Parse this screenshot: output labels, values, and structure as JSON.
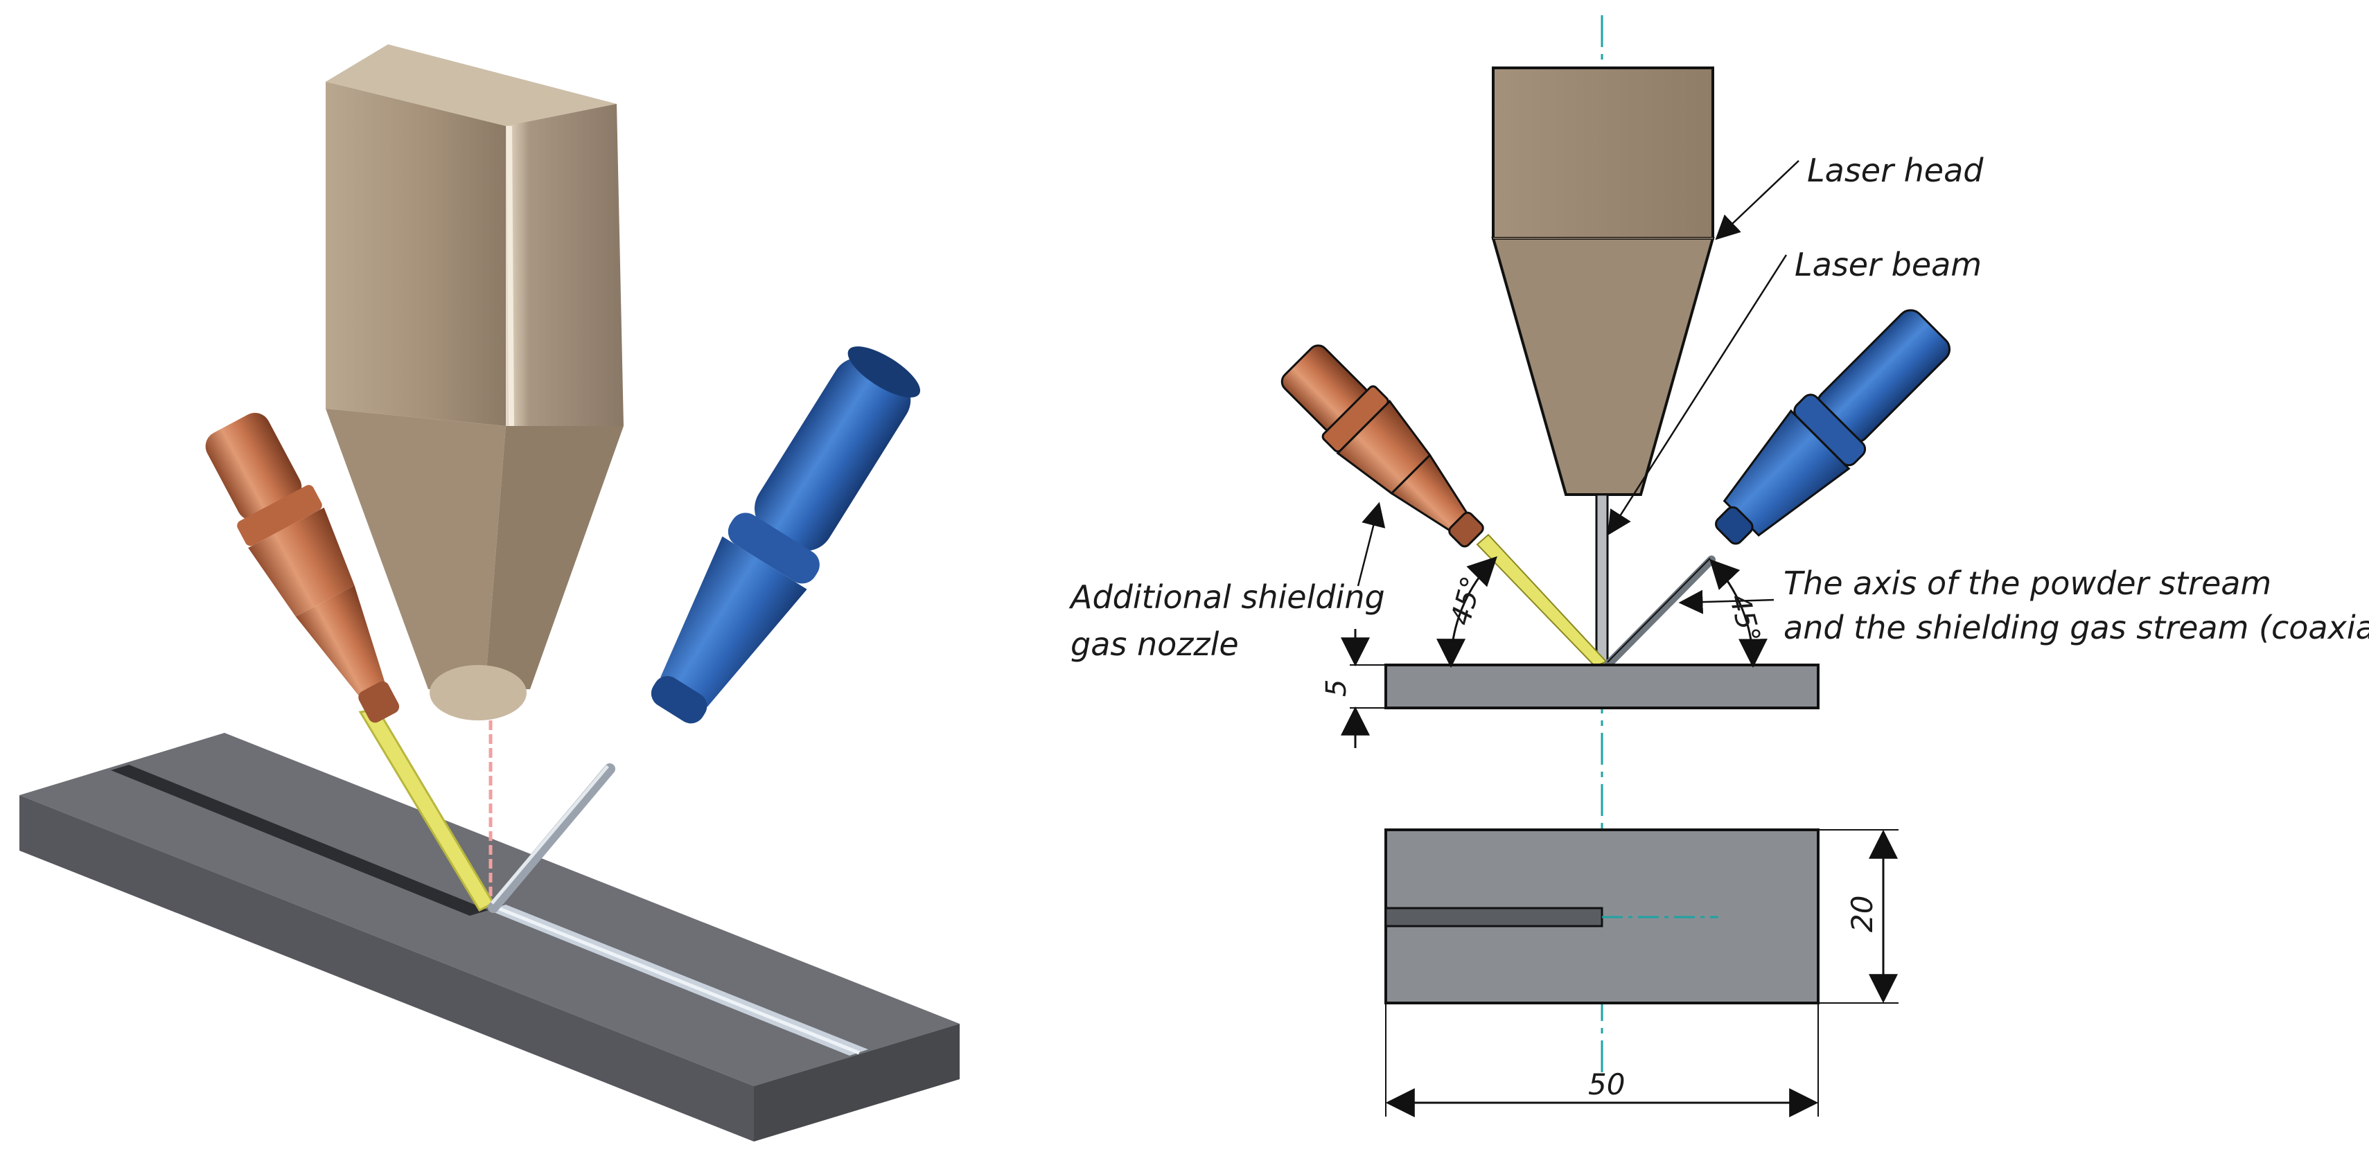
{
  "labels": {
    "laser_head": "Laser head",
    "laser_beam": "Laser beam",
    "gas_nozzle_line1": "Additional shielding",
    "gas_nozzle_line2": "gas nozzle",
    "powder_axis_line1": "The axis of the powder stream",
    "powder_axis_line2": "and the shielding gas stream (coaxial)"
  },
  "dimensions": {
    "angle_left": "45°",
    "angle_right": "45°",
    "plate_thickness": "5",
    "plate_width": "20",
    "plate_length": "50"
  },
  "colors": {
    "laser_head": "#9c8a74",
    "laser_head_light": "#b5a38c",
    "copper": "#c8754e",
    "copper_dark": "#8f4a2c",
    "blue": "#2f66b8",
    "blue_dark": "#1d4688",
    "plate_top": "#6d6f74",
    "plate_side": "#54565b",
    "plate_drawing": "#8a8e93",
    "gas_stream": "#e6e36a",
    "laser_ray": "#f2a0a0",
    "centerline": "#1fa3a3",
    "groove": "#2c2d31",
    "deposit": "#c9d2dc"
  }
}
